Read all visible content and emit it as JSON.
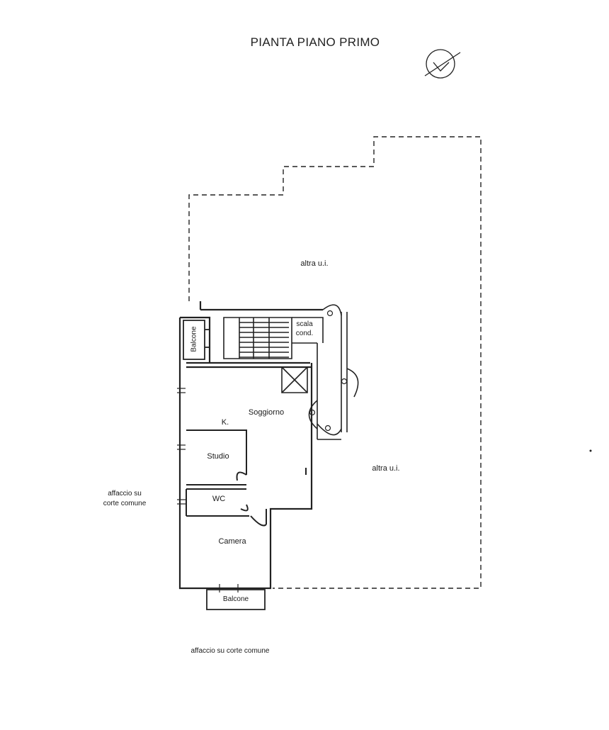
{
  "plan": {
    "title": "PIANTA PIANO PRIMO",
    "rooms": {
      "altra_ui_top": "altra u.i.",
      "altra_ui_right": "altra u.i.",
      "scala": "scala",
      "scala_cond": "cond.",
      "balcone_side": "Balcone",
      "soggiorno": "Soggiorno",
      "kitchen": "K.",
      "studio": "Studio",
      "wc": "WC",
      "camera": "Camera",
      "balcone_bottom": "Balcone"
    },
    "notes": {
      "affaccio_left_line1": "affaccio su",
      "affaccio_left_line2": "corte comune",
      "affaccio_bottom": "affaccio su corte comune"
    },
    "north_arrow_icon": "north-arrow-icon"
  }
}
